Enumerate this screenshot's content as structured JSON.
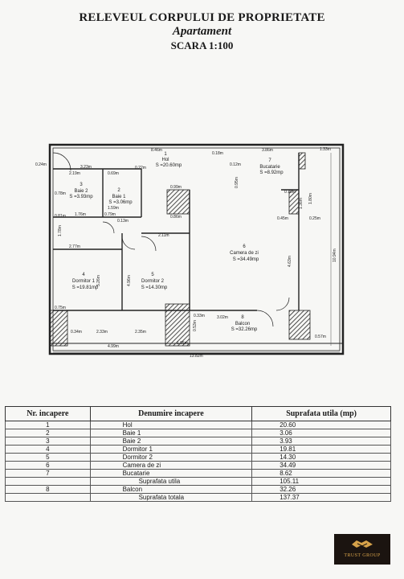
{
  "header": {
    "title": "RELEVEUL CORPULUI DE PROPRIETATE",
    "subtitle": "Apartament",
    "scale": "SCARA 1:100"
  },
  "plan": {
    "rooms": [
      {
        "num": "1",
        "name": "Hol",
        "area": "S =20.60mp"
      },
      {
        "num": "2",
        "name": "Baie 1",
        "area": "S =3.06mp"
      },
      {
        "num": "3",
        "name": "Baie 2",
        "area": "S =3.93mp"
      },
      {
        "num": "4",
        "name": "Dormitor 1",
        "area": "S =19.81mp"
      },
      {
        "num": "5",
        "name": "Dormitor 2",
        "area": "S =14.30mp"
      },
      {
        "num": "6",
        "name": "Camera de zi",
        "area": "S =34.49mp"
      },
      {
        "num": "7",
        "name": "Bucatarie",
        "area": "S =8.92mp"
      },
      {
        "num": "8",
        "name": "Balcon",
        "area": "S =32.26mp"
      }
    ],
    "dims": [
      "8.46m",
      "3.86m",
      "1.33m",
      "0.24m",
      "3.23m",
      "2.19m",
      "0.69m",
      "0.22m",
      "1.59m",
      "1.76m",
      "0.79m",
      "0.13m",
      "2.77m",
      "2.11m",
      "0.99m",
      "0.86m",
      "0.70m",
      "0.45m",
      "0.25m",
      "4.63m",
      "10.94m",
      "0.33m",
      "3.02m",
      "0.75m",
      "0.34m",
      "2.33m",
      "2.35m",
      "4.99m",
      "1.05m",
      "0.53m",
      "0.57m",
      "13.82m",
      "1.80m",
      "5.26m",
      "4.96m",
      "0.18m",
      "0.12m",
      "0.78m",
      "0.81m",
      "1.78m",
      "1.36m",
      "0.95m"
    ]
  },
  "table": {
    "headers": [
      "Nr. incapere",
      "Denumire incapere",
      "Suprafata utila (mp)"
    ],
    "rows": [
      {
        "nr": "1",
        "name": "Hol",
        "area": "20.60"
      },
      {
        "nr": "2",
        "name": "Baie 1",
        "area": "3.06"
      },
      {
        "nr": "3",
        "name": "Baie 2",
        "area": "3.93"
      },
      {
        "nr": "4",
        "name": "Dormitor 1",
        "area": "19.81"
      },
      {
        "nr": "5",
        "name": "Dormitor 2",
        "area": "14.30"
      },
      {
        "nr": "6",
        "name": "Camera de zi",
        "area": "34.49"
      },
      {
        "nr": "7",
        "name": "Bucatarie",
        "area": "8.62"
      },
      {
        "nr": "",
        "name": "Suprafata utila",
        "area": "105.11"
      },
      {
        "nr": "8",
        "name": "Balcon",
        "area": "32.26"
      },
      {
        "nr": "",
        "name": "Suprafata totala",
        "area": "137.37"
      }
    ]
  },
  "logo": {
    "text": "TRUST GROUP",
    "color": "#d6a24a"
  }
}
